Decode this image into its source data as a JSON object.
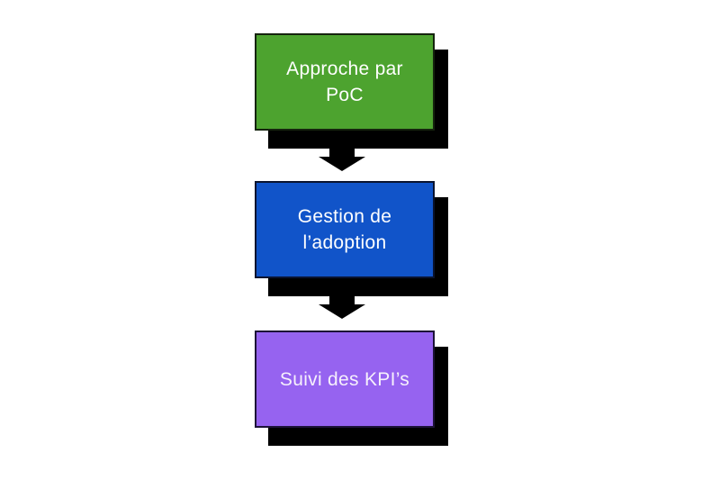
{
  "canvas": {
    "background_color": "#ffffff",
    "shadow_color": "#000000"
  },
  "flowchart": {
    "steps": [
      {
        "label": "Approche par\nPoC",
        "fill_color": "#4DA32F",
        "border_color": "#15240E",
        "text_color": "#FFFFFF"
      },
      {
        "label": "Gestion de\nl’adoption",
        "fill_color": "#1154C9",
        "border_color": "#0A1430",
        "text_color": "#FFFFFF"
      },
      {
        "label": "Suivi des KPI’s",
        "fill_color": "#9663F0",
        "border_color": "#1D1338",
        "text_color": "#F6F0FC"
      }
    ],
    "connectors": [
      {
        "type": "block-arrow-down",
        "color": "#000000"
      },
      {
        "type": "block-arrow-down",
        "color": "#000000"
      }
    ]
  }
}
